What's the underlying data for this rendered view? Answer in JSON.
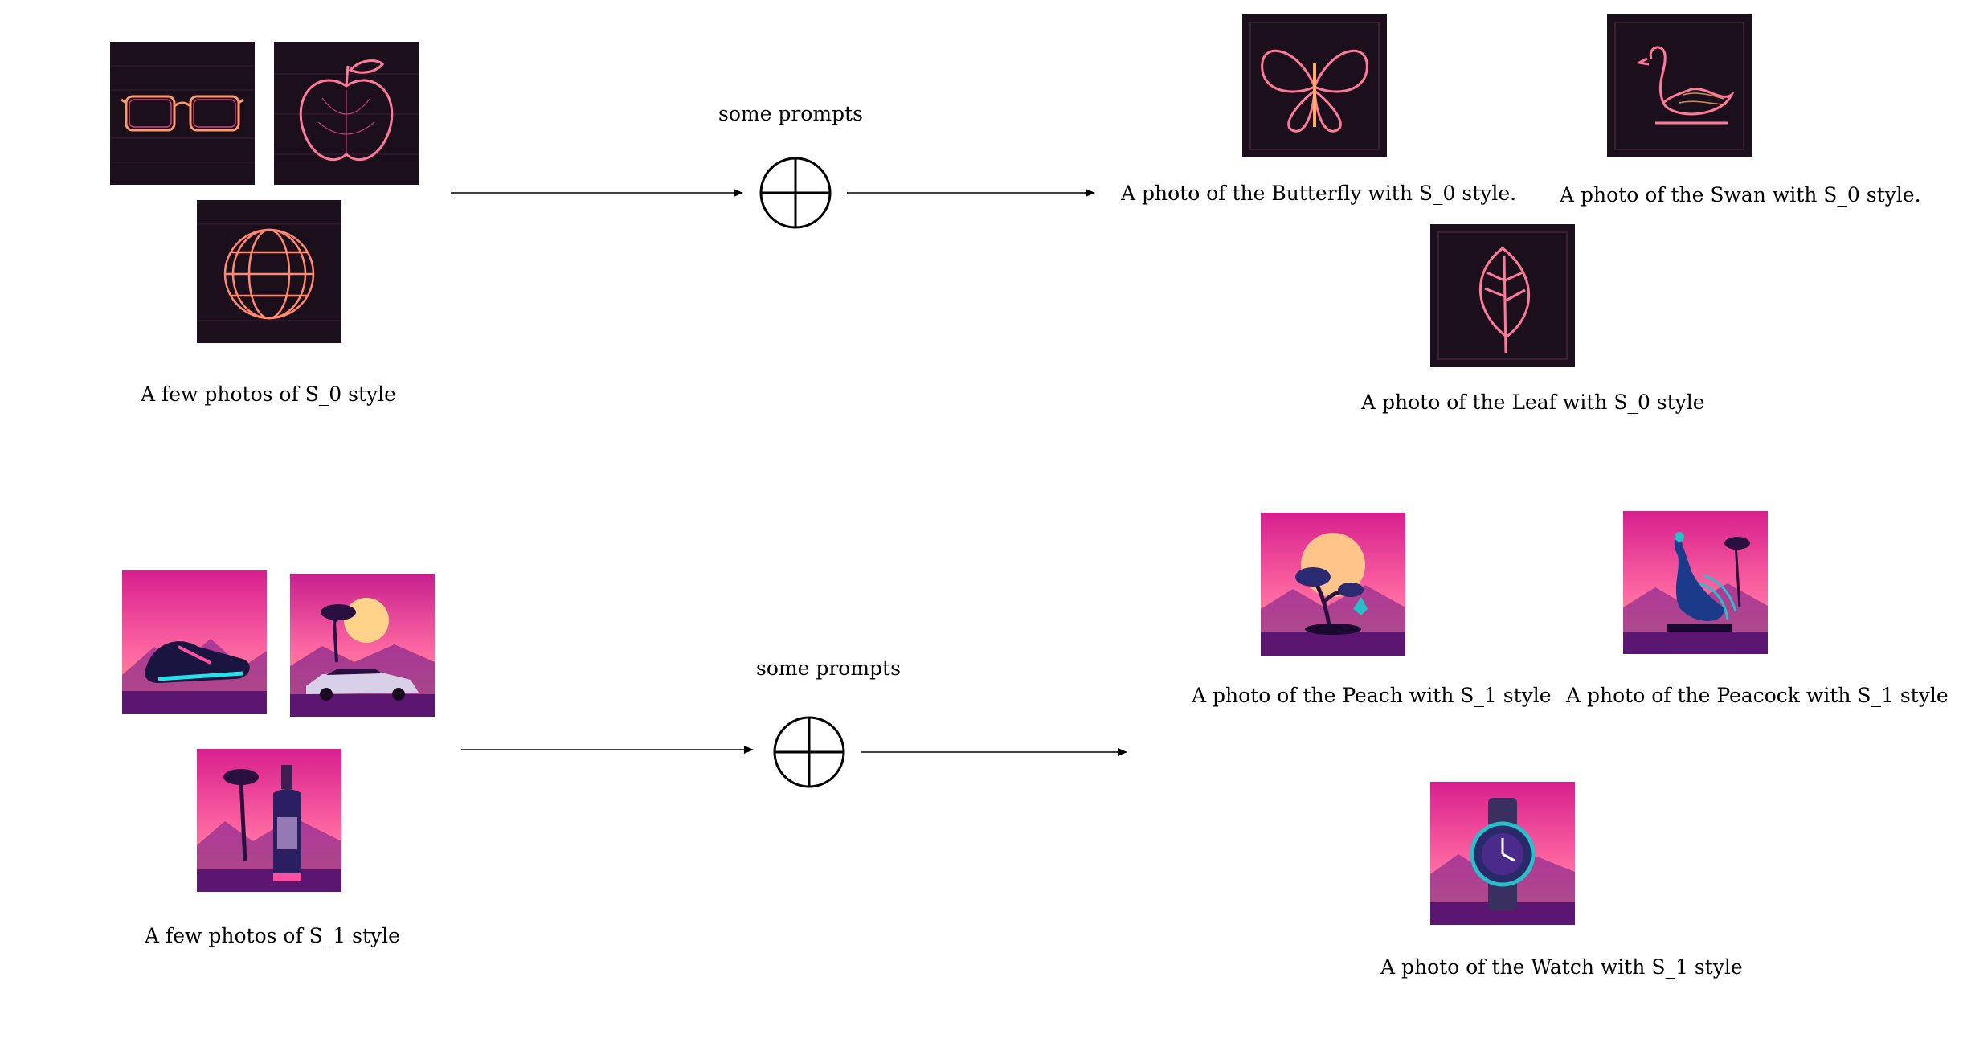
{
  "rows": [
    {
      "style": "S_0",
      "inputs": {
        "caption": "A few photos of S_0 style",
        "images": [
          {
            "name": "glasses",
            "icon": "neon-glasses-icon"
          },
          {
            "name": "apple",
            "icon": "neon-apple-icon"
          },
          {
            "name": "sphere",
            "icon": "neon-sphere-icon"
          }
        ]
      },
      "operator": {
        "label": "some prompts",
        "symbol": "circled-plus"
      },
      "outputs": [
        {
          "caption": "A photo of the Butterfly with S_0 style.",
          "icon": "neon-butterfly-icon"
        },
        {
          "caption": "A photo of the Swan with S_0 style.",
          "icon": "neon-swan-icon"
        },
        {
          "caption": "A photo of the Leaf with S_0 style",
          "icon": "neon-leaf-icon"
        }
      ],
      "palette": {
        "bg": "#1c0f1c",
        "line": "#ff7a9a",
        "glow": "#ff4fa0"
      }
    },
    {
      "style": "S_1",
      "inputs": {
        "caption": "A few photos of S_1 style",
        "images": [
          {
            "name": "sneaker",
            "icon": "synthwave-sneaker-icon"
          },
          {
            "name": "car",
            "icon": "synthwave-car-icon"
          },
          {
            "name": "bottle",
            "icon": "synthwave-bottle-icon"
          }
        ]
      },
      "operator": {
        "label": "some prompts",
        "symbol": "circled-plus"
      },
      "outputs": [
        {
          "caption": "A photo of the Peach with S_1 style",
          "icon": "synthwave-peach-tree-icon"
        },
        {
          "caption": "A photo of the Peacock with S_1 style",
          "icon": "synthwave-peacock-icon"
        },
        {
          "caption": "A photo of the Watch with S_1 style",
          "icon": "synthwave-watch-icon"
        }
      ],
      "palette": {
        "sky_top": "#e0269a",
        "sky_mid": "#ff5aa0",
        "horizon": "#ffb070",
        "ground": "#5a1670"
      }
    }
  ]
}
